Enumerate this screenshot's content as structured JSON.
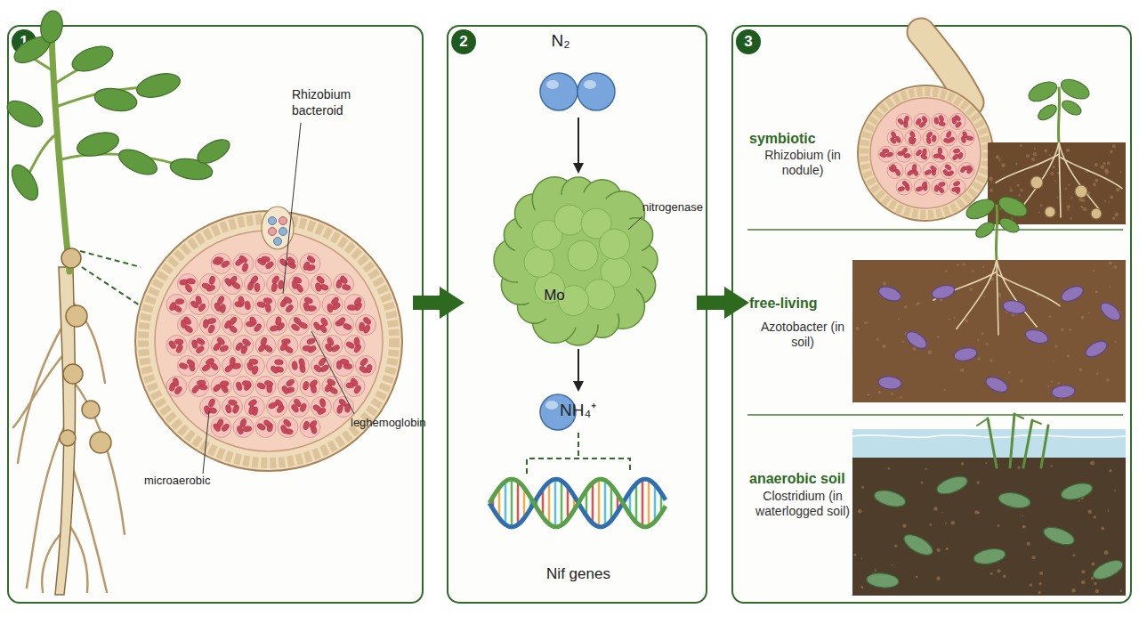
{
  "diagram": {
    "nodes": [
      {
        "text": [
          "1"
        ]
      },
      {
        "text": [
          "2"
        ]
      },
      {
        "text": [
          "3"
        ]
      },
      {
        "text": [
          "N₂"
        ],
        "in": 1
      },
      {
        "text": [
          "nitrogenase"
        ],
        "in": 1
      },
      {
        "text": [
          "Mo"
        ],
        "in": 4
      },
      {
        "text": [
          "NH₄⁺"
        ],
        "in": 1
      },
      {
        "text": [
          "Nif genes"
        ],
        "in": 1
      },
      {
        "text": [
          "symbiotic",
          "Rhizobium (in nodule)"
        ],
        "in": 2
      },
      {
        "text": [
          "free-living",
          "Azotobacter (in soil)"
        ],
        "in": 2
      },
      {
        "text": [
          "anaerobic soil",
          "Clostridium (in waterlogged soil)"
        ],
        "in": 2
      }
    ],
    "edges": [
      {
        "from": 0,
        "to": 1,
        "arrow": "to"
      },
      {
        "from": 1,
        "to": 2,
        "arrow": "to"
      },
      {
        "from": 3,
        "to": 4,
        "arrow": "to"
      },
      {
        "from": 4,
        "to": 6,
        "arrow": "to"
      },
      {
        "from": 6,
        "to": 7,
        "arrow": "none"
      }
    ],
    "labels": [
      "Rhizobium bacteroid",
      "leghemoglobin",
      "microaerobic"
    ]
  }
}
